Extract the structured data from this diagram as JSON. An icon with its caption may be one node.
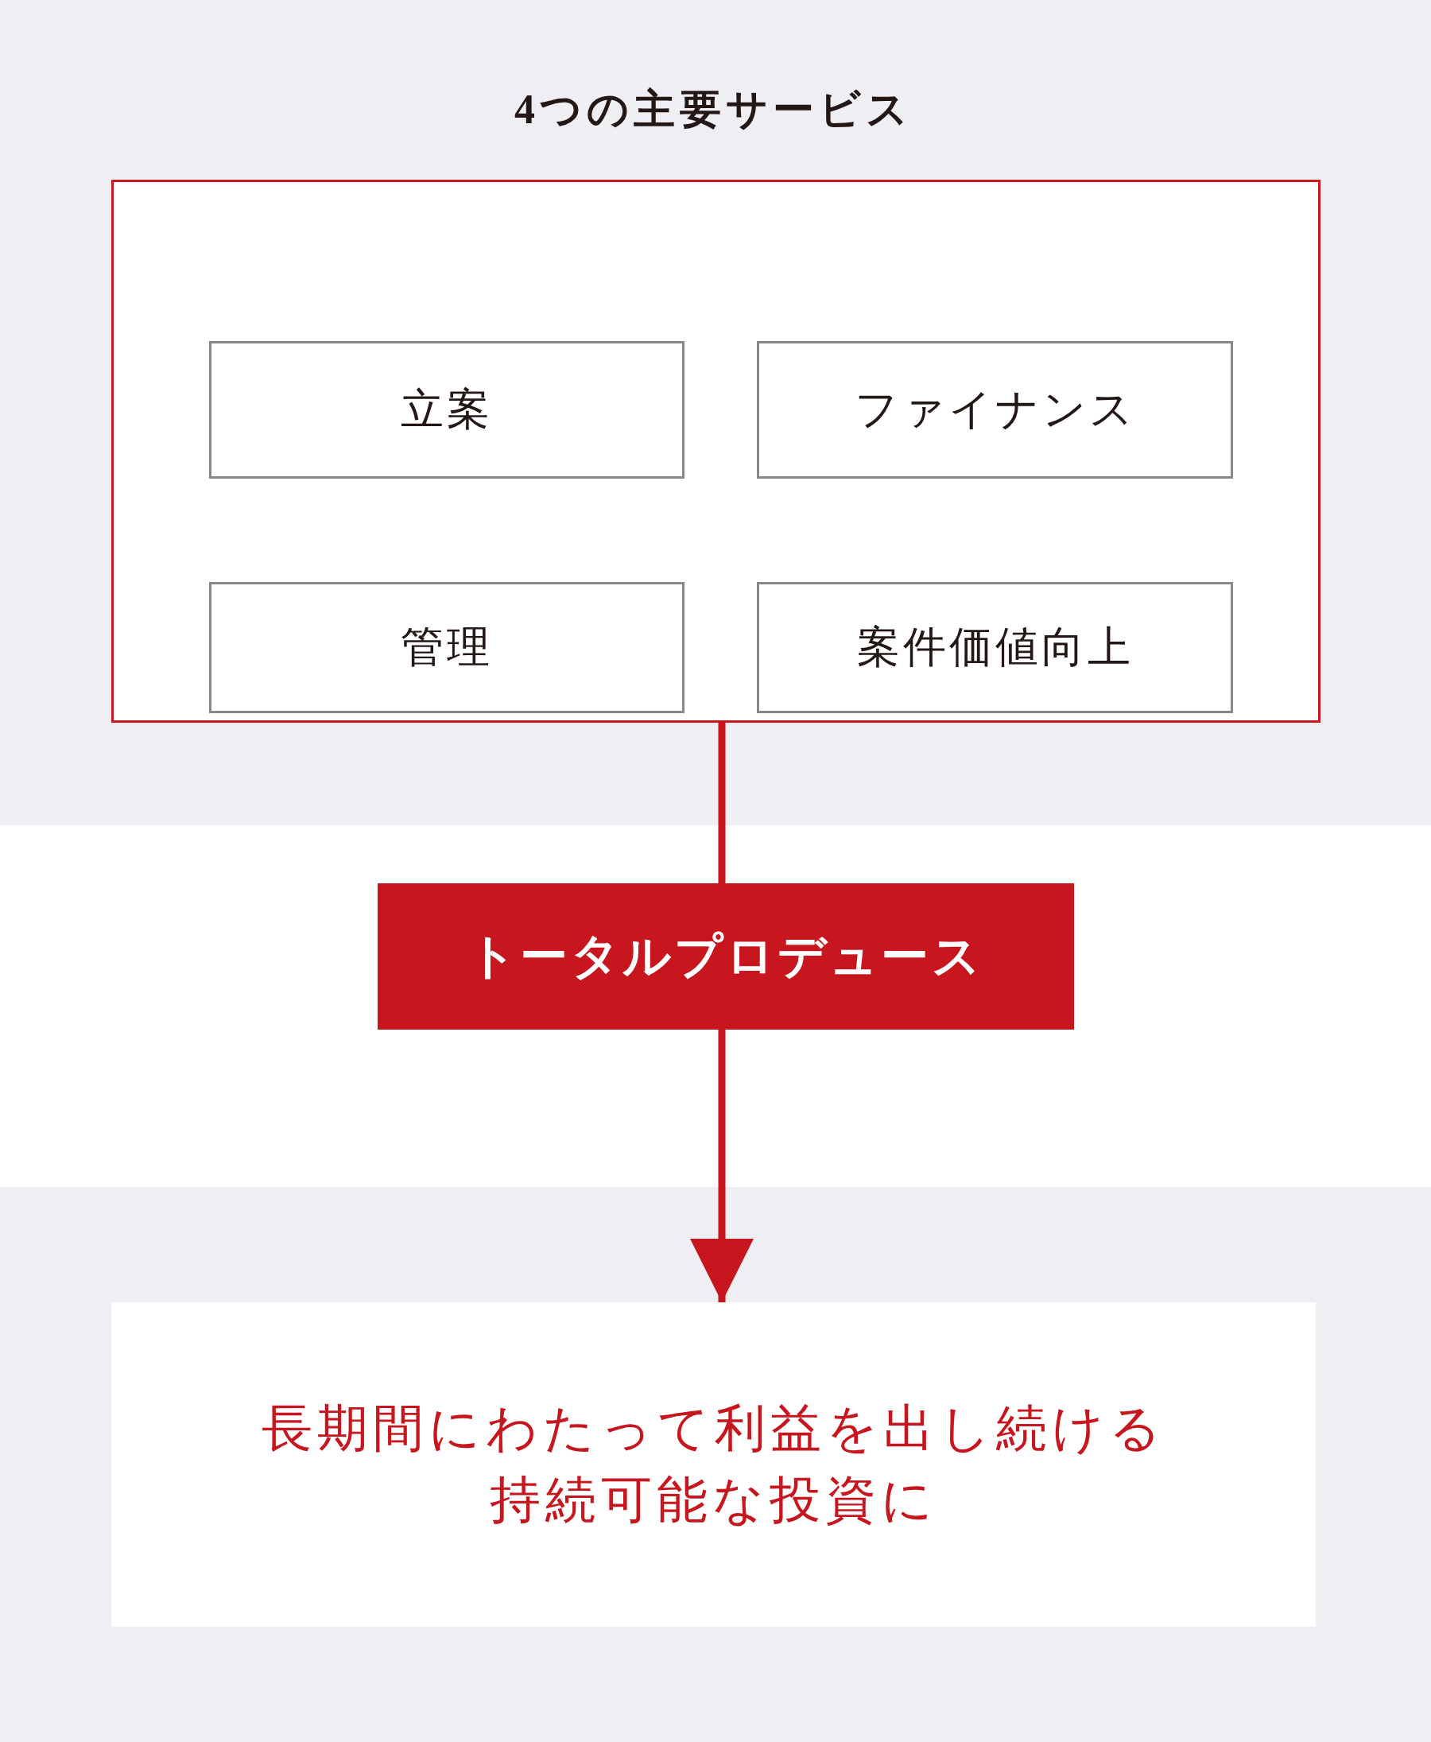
{
  "diagram": {
    "nodes": [
      {
        "text": [
          "4つの主要サービス"
        ]
      },
      {
        "text": [
          "立案"
        ],
        "in": 0
      },
      {
        "text": [
          "ファイナンス"
        ],
        "in": 0
      },
      {
        "text": [
          "管理"
        ],
        "in": 0
      },
      {
        "text": [
          "案件価値向上"
        ],
        "in": 0
      },
      {
        "text": [
          "トータルプロデュース"
        ]
      },
      {
        "text": [
          "長期間にわたって利益を出し続ける持続可能な投資に"
        ]
      }
    ],
    "edges": [
      {
        "from": 0,
        "to": 5,
        "arrow": "none"
      },
      {
        "from": 5,
        "to": 6,
        "arrow": "to"
      }
    ]
  }
}
